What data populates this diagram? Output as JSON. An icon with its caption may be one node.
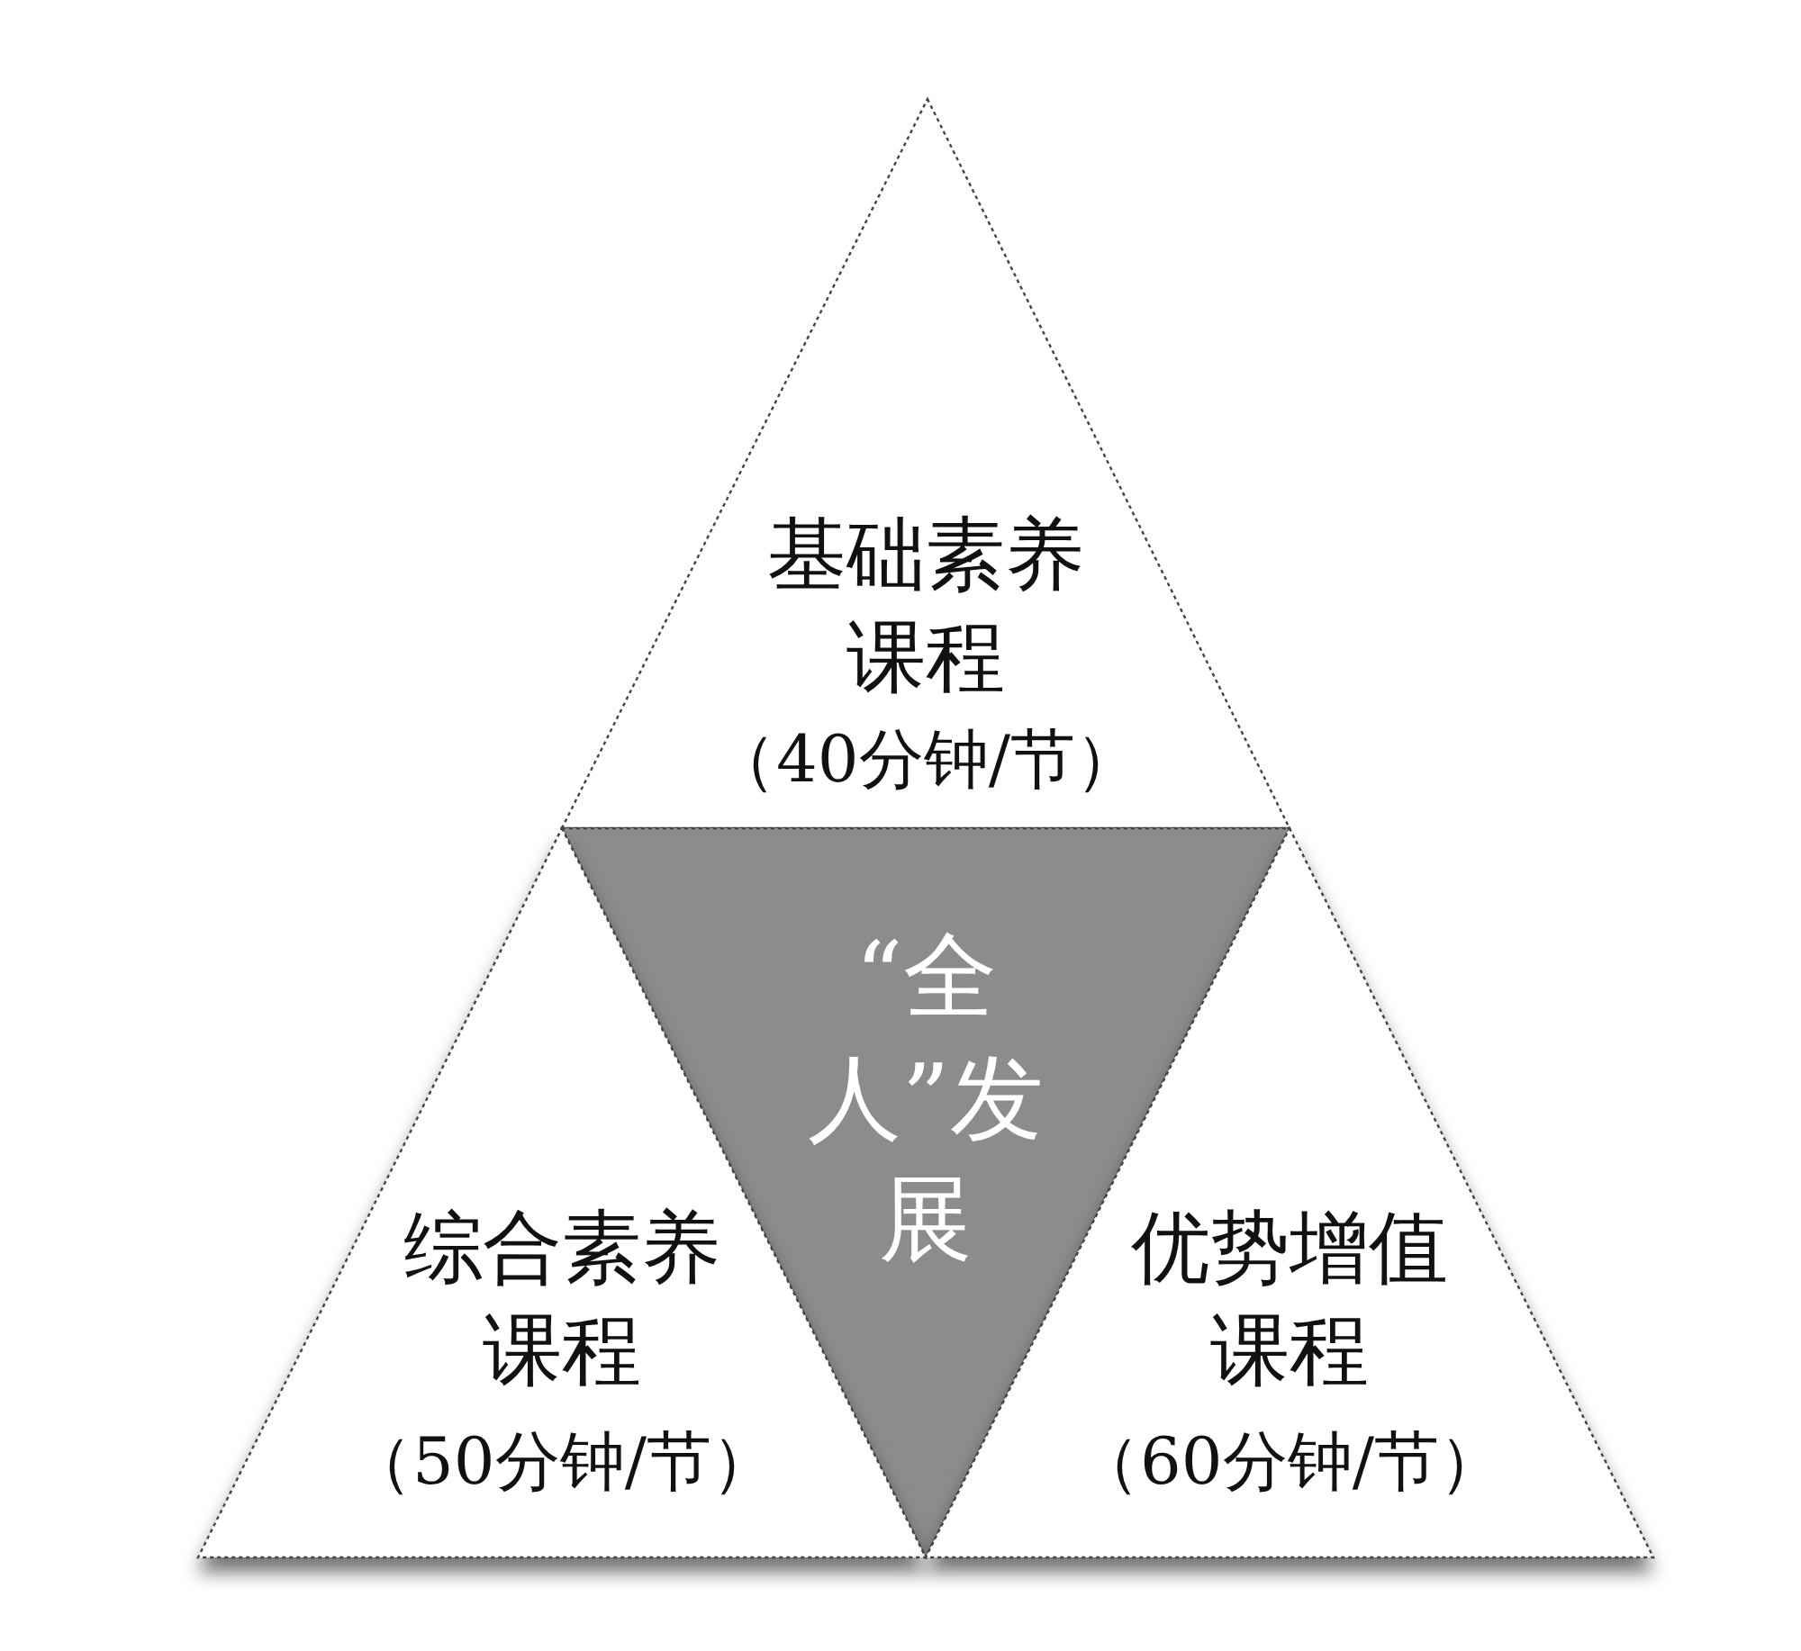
{
  "diagram": {
    "nodes": [
      {
        "text": [
          "基础素养课程",
          "（40分钟/节）"
        ]
      },
      {
        "text": [
          "“全人”发展"
        ]
      },
      {
        "text": [
          "综合素养课程",
          "（50分钟/节）"
        ]
      },
      {
        "text": [
          "优势增值课程",
          "（60分钟/节）"
        ]
      }
    ]
  }
}
